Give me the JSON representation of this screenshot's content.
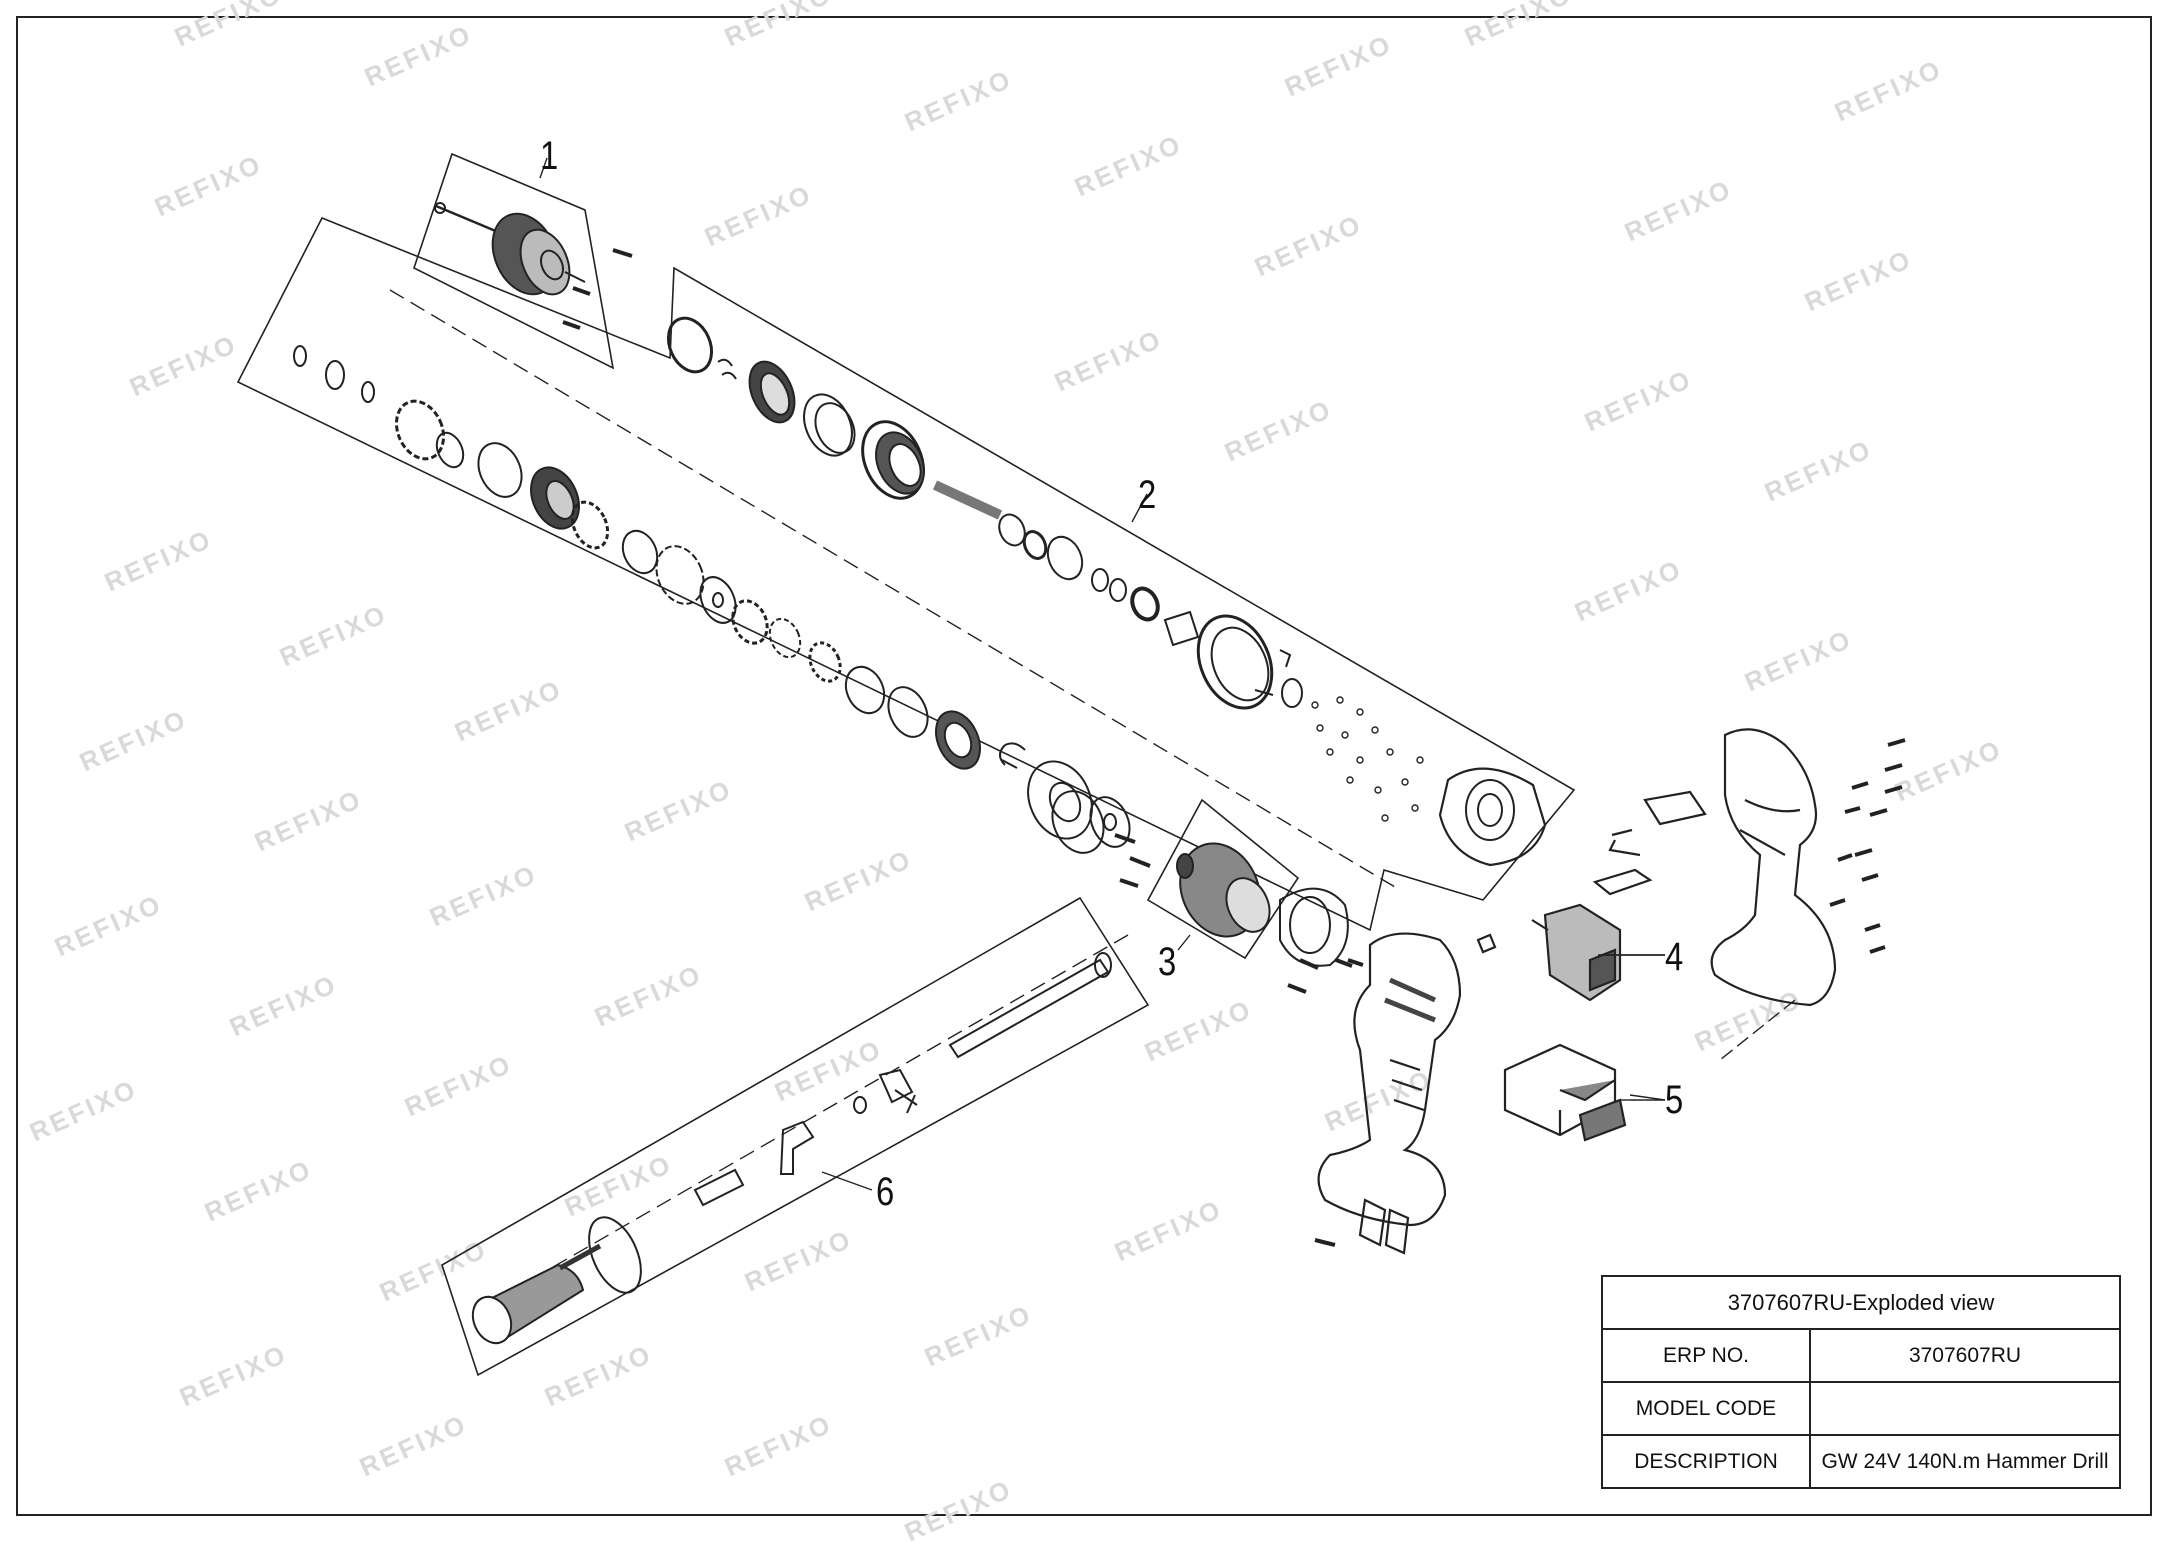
{
  "watermark": "REFIXO",
  "callouts": [
    "1",
    "2",
    "3",
    "4",
    "5",
    "6"
  ],
  "title_block": {
    "title": "3707607RU-Exploded view",
    "rows": [
      {
        "label": "ERP NO.",
        "value": "3707607RU"
      },
      {
        "label": "MODEL CODE",
        "value": ""
      },
      {
        "label": "DESCRIPTION",
        "value": "GW 24V 140N.m Hammer Drill"
      }
    ]
  }
}
